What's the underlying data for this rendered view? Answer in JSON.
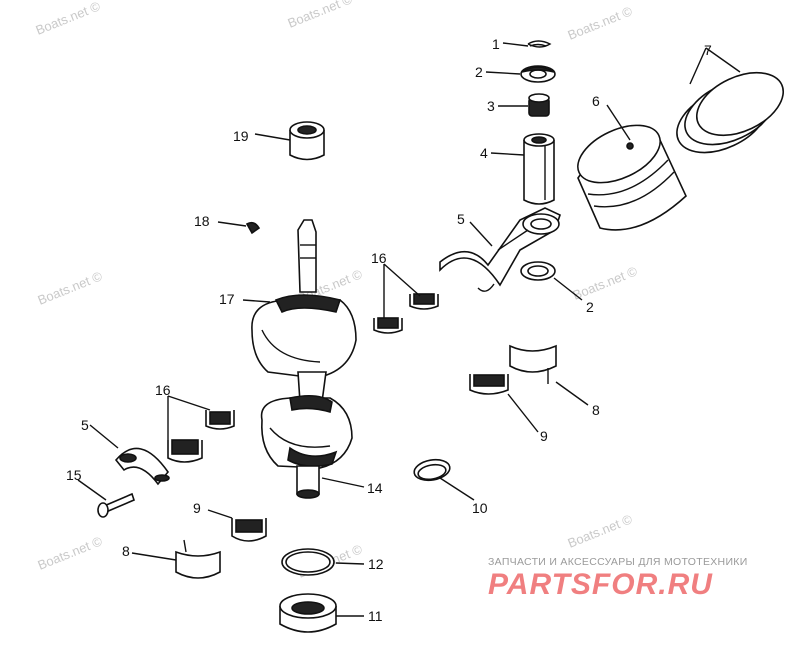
{
  "watermark": "Boats.net ©",
  "callouts": [
    "1",
    "2",
    "3",
    "4",
    "5",
    "6",
    "7",
    "2",
    "19",
    "18",
    "17",
    "16",
    "16",
    "5",
    "15",
    "9",
    "8",
    "14",
    "10",
    "12",
    "11",
    "9",
    "8"
  ],
  "banner": {
    "line1": "ЗАПЧАСТИ И АКСЕССУАРЫ ДЛЯ МОТОТЕХНИКИ",
    "line2": "PARTSFOR.RU"
  }
}
